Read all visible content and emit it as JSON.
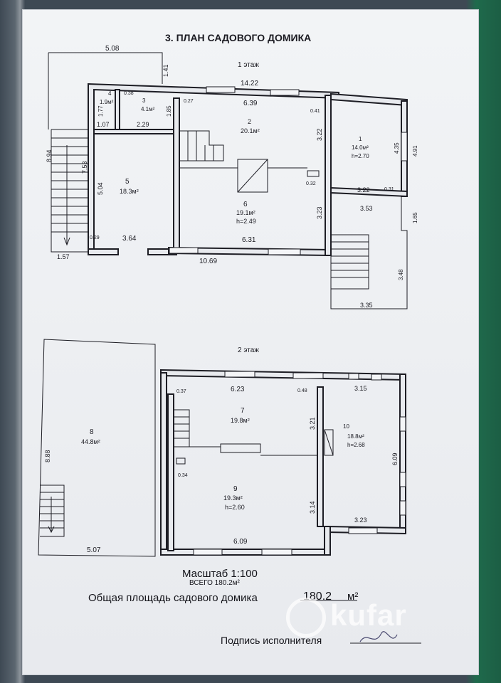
{
  "title": "3. ПЛАН САДОВОГО ДОМИКА",
  "floors": {
    "first": "1 этаж",
    "second": "2 этаж"
  },
  "rooms": {
    "r1": {
      "num": "1",
      "area": "14.0м²",
      "height": "h=2.70"
    },
    "r2": {
      "num": "2",
      "area": "20.1м²"
    },
    "r3": {
      "num": "3",
      "area": "4.1м²"
    },
    "r4": {
      "num": "4",
      "area": "1.9м²"
    },
    "r5": {
      "num": "5",
      "area": "18.3м²"
    },
    "r6": {
      "num": "6",
      "area": "19.1м²",
      "height": "h=2.49"
    },
    "r7": {
      "num": "7",
      "area": "19.8м²"
    },
    "r8": {
      "num": "8",
      "area": "44.8м²"
    },
    "r9": {
      "num": "9",
      "area": "19.3м²",
      "height": "h=2.60"
    },
    "r10": {
      "num": "10",
      "area": "18.8м²",
      "height": "h=2.68"
    }
  },
  "dims": {
    "d508": "5.08",
    "d141": "1.41",
    "d1422": "14.22",
    "d639": "6.39",
    "d038": "0.38",
    "d177": "1.77",
    "d185": "1.85",
    "d027": "0.27",
    "d041": "0.41",
    "d322a": "3.22",
    "d435": "4.35",
    "d491": "4.91",
    "d107": "1.07",
    "d229": "2.29",
    "d894": "8.94",
    "d753": "7.53",
    "d504": "5.04",
    "d032": "0.32",
    "d322b": "3.22",
    "d031": "0.31",
    "d353": "3.53",
    "d323": "3.23",
    "d165": "1.65",
    "d029": "0.29",
    "d364": "3.64",
    "d631": "6.31",
    "d157": "1.57",
    "d1069": "10.69",
    "d348": "3.48",
    "d335": "3.35",
    "d037": "0.37",
    "d623": "6.23",
    "d048": "0.48",
    "d315": "3.15",
    "d321": "3.21",
    "d888": "8.88",
    "d609a": "6.09",
    "d034": "0.34",
    "d314": "3.14",
    "d323b": "3.23",
    "d609b": "6.09",
    "d507": "5.07"
  },
  "footer": {
    "scale": "Масштаб 1:100",
    "total": "ВСЕГО 180.2м²",
    "area_label": "Общая площадь садового домика",
    "area_value": "180.2",
    "area_unit": "м²",
    "signature_label": "Подпись исполнителя"
  },
  "watermark": "kufar"
}
